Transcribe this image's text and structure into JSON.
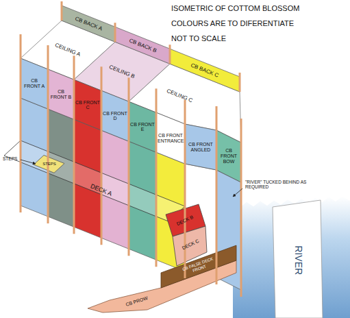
{
  "diagram": {
    "title": "ISOMETRIC OF COTTOM BLOSSOM",
    "nodes": [
      {
        "text": [
          "CB BACK A"
        ]
      },
      {
        "text": [
          "CEILING A"
        ]
      },
      {
        "text": [
          "CB BACK B"
        ]
      },
      {
        "text": [
          "CEILING B"
        ]
      },
      {
        "text": [
          "CB BACK C"
        ]
      },
      {
        "text": [
          "CEILING C"
        ]
      },
      {
        "text": [
          "CB FRONT A"
        ]
      },
      {
        "text": [
          "CB FRONT B"
        ]
      },
      {
        "text": [
          "CB FRONT C"
        ]
      },
      {
        "text": [
          "CB FRONT D"
        ]
      },
      {
        "text": [
          "CB FRONT E"
        ]
      },
      {
        "text": [
          "CB FRONT ENTRANCE"
        ]
      },
      {
        "text": [
          "CB FRONT ANGLED"
        ]
      },
      {
        "text": [
          "CB FRONT BOW"
        ]
      },
      {
        "text": [
          "STEPS"
        ]
      },
      {
        "text": [
          "DECK A"
        ]
      },
      {
        "text": [
          "DECK B"
        ]
      },
      {
        "text": [
          "DECK C"
        ]
      },
      {
        "text": [
          "CB FALSE DECK FRONT"
        ]
      },
      {
        "text": [
          "CB PROW"
        ]
      },
      {
        "text": [
          "RIVER"
        ]
      }
    ],
    "labels": [
      "COLOURS ARE TO DIFERENTIATE",
      "NOT TO SCALE",
      "STEPS",
      "\"RIVER\" TUCKED BEHIND AS REQUIRED"
    ]
  }
}
